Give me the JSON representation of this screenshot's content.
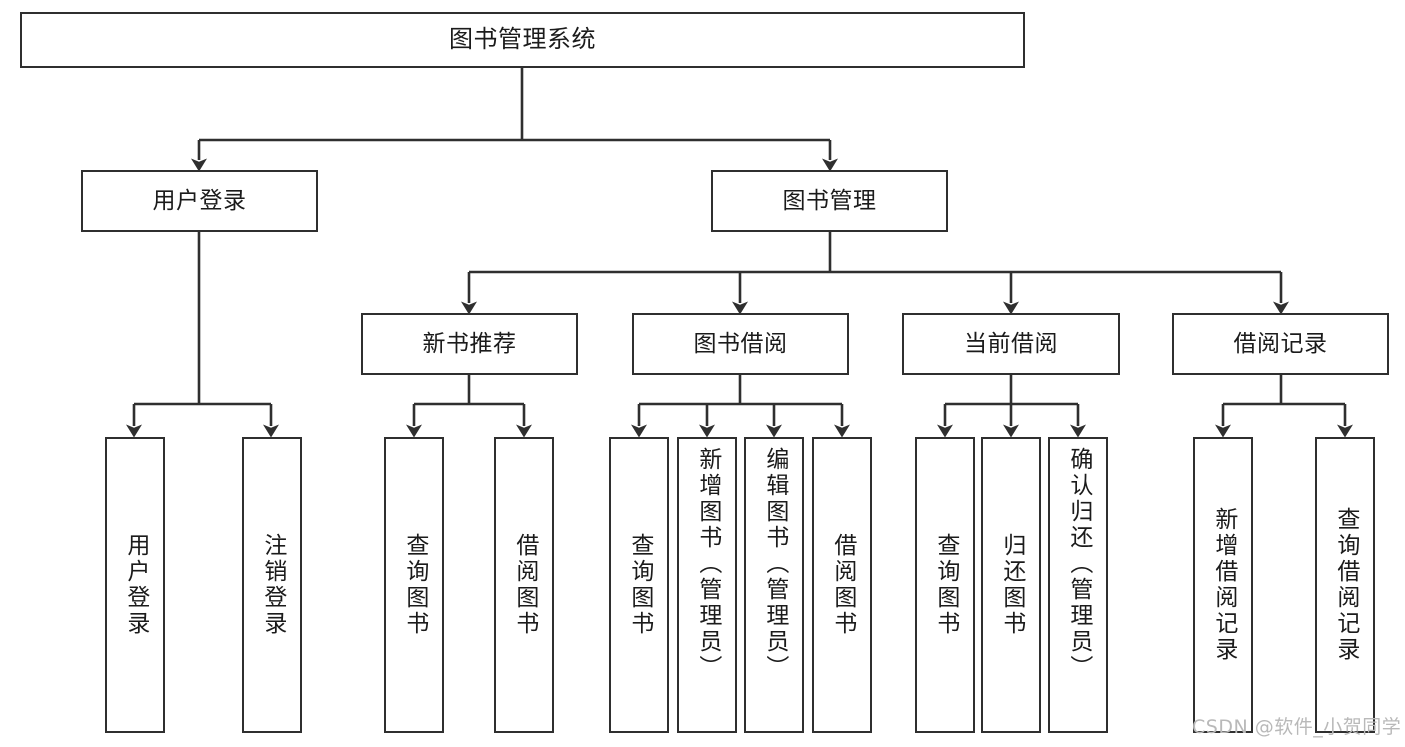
{
  "diagram": {
    "title": "图书管理系统",
    "type": "tree-hierarchy-diagram",
    "colors": {
      "stroke": "#2f2f2f",
      "fill": "#ffffff",
      "text": "#1b1b1b",
      "watermark": "#b9b9b9"
    },
    "nodes": {
      "root": {
        "label": "图书管理系统"
      },
      "level2": [
        {
          "label": "用户登录"
        },
        {
          "label": "图书管理"
        }
      ],
      "level3": [
        {
          "label": "新书推荐"
        },
        {
          "label": "图书借阅"
        },
        {
          "label": "当前借阅"
        },
        {
          "label": "借阅记录"
        }
      ],
      "leaves_user_login": [
        {
          "label": "用户登录"
        },
        {
          "label": "注销登录"
        }
      ],
      "leaves_new_book": [
        {
          "label": "查询图书"
        },
        {
          "label": "借阅图书"
        }
      ],
      "leaves_borrow": [
        {
          "label": "查询图书"
        },
        {
          "label": "新增图书（管理员）"
        },
        {
          "label": "编辑图书（管理员）"
        },
        {
          "label": "借阅图书"
        }
      ],
      "leaves_current": [
        {
          "label": "查询图书"
        },
        {
          "label": "归还图书"
        },
        {
          "label": "确认归还（管理员）"
        }
      ],
      "leaves_records": [
        {
          "label": "新增借阅记录"
        },
        {
          "label": "查询借阅记录"
        }
      ]
    },
    "watermark": "CSDN @软件_小贺同学"
  }
}
